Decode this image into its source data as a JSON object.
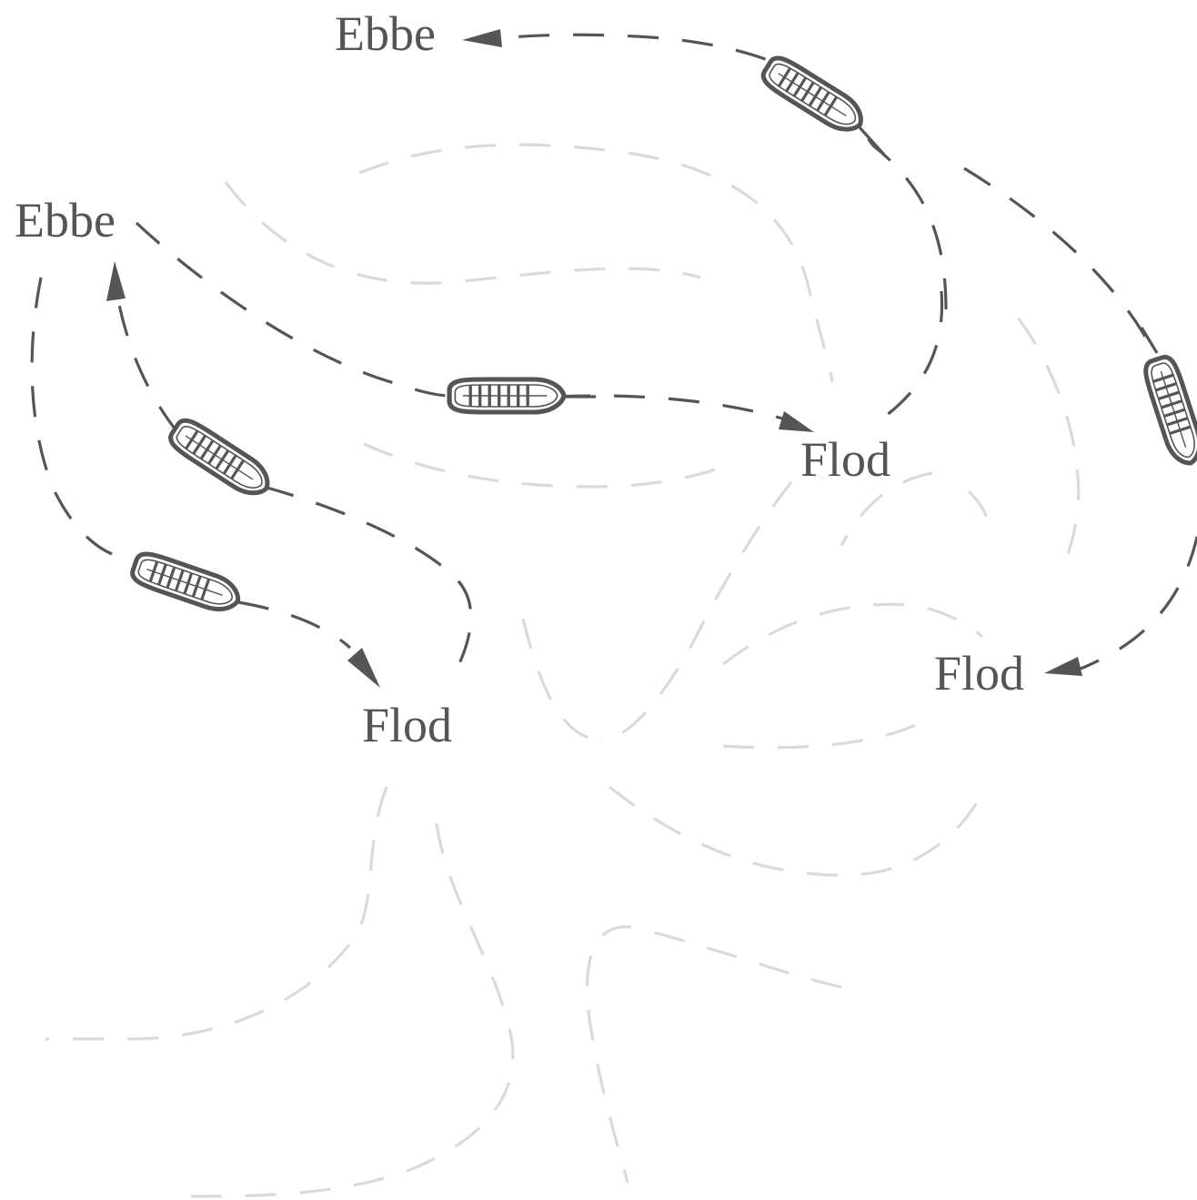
{
  "colors": {
    "ink": "#555555",
    "ghost": "#dadada",
    "background": "#ffffff"
  },
  "labels": {
    "ebbe_top": "Ebbe",
    "ebbe_left": "Ebbe",
    "flod_center": "Flod",
    "flod_bottom": "Flod",
    "flod_right": "Flod"
  },
  "icons": {
    "boat": "rowboat-icon",
    "arrow": "arrowhead-icon"
  }
}
